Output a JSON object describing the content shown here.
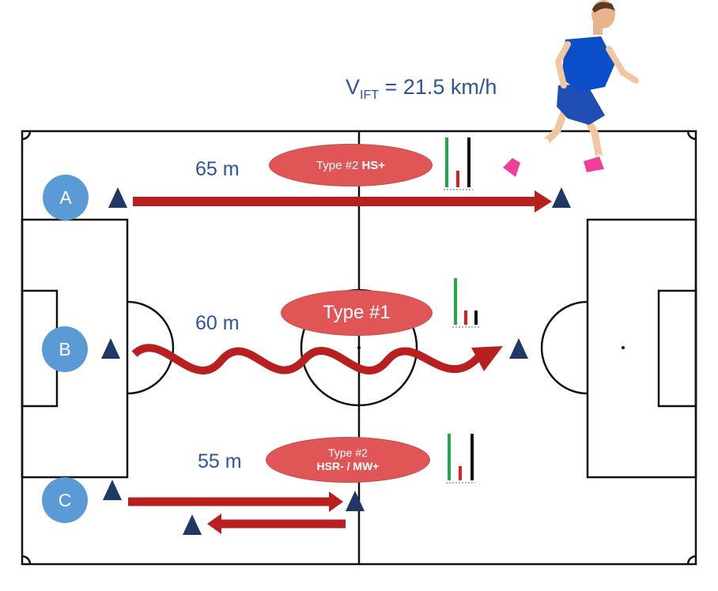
{
  "header": {
    "vift_symbol": "V",
    "vift_subscript": "IFT",
    "vift_value": " = 21.5 km/h"
  },
  "runs": [
    {
      "node_label": "A",
      "distance": "65 m",
      "type_text": "Type #2 ",
      "type_bold": "HS+"
    },
    {
      "node_label": "B",
      "distance": "60 m",
      "type_text": "Type #1"
    },
    {
      "node_label": "C",
      "distance": "55 m",
      "type_line1": "Type #2",
      "type_line2": "HSR- / MW+"
    }
  ],
  "colors": {
    "node": "#5b9bd5",
    "label_blue": "#2f5597",
    "arrow_red": "#b81f1f",
    "pill_red": "#e05555",
    "cone": "#1f3864",
    "bar_green": "#22a84a",
    "bar_red": "#e02020",
    "bar_black": "#111111"
  },
  "icons": {
    "player": "running-footballer-icon",
    "cone": "triangle-marker-icon",
    "bars": "intensity-bars-icon"
  }
}
